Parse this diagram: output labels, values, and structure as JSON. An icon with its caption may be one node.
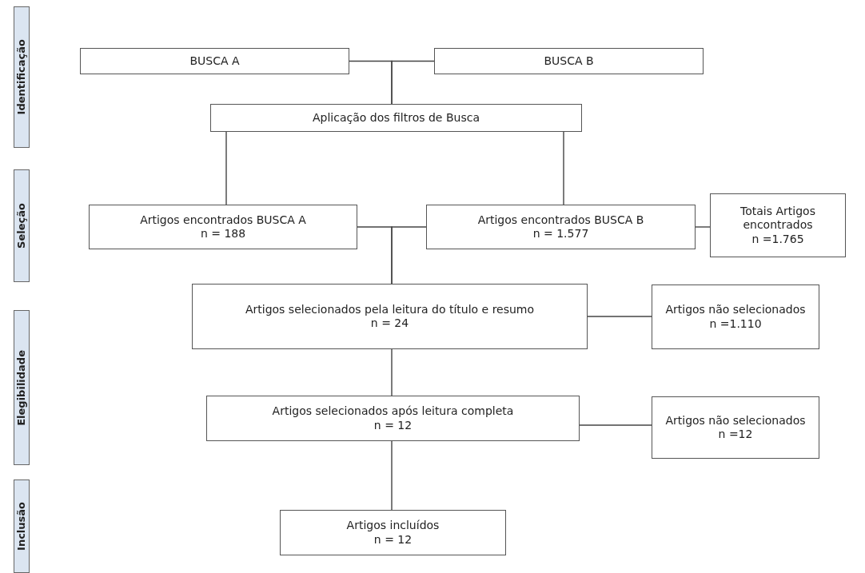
{
  "diagram": {
    "nodes": [
      {
        "text": [
          "Identificação"
        ]
      },
      {
        "text": [
          "Seleção"
        ]
      },
      {
        "text": [
          "Elegibilidade"
        ]
      },
      {
        "text": [
          "Inclusão"
        ]
      },
      {
        "text": [
          "BUSCA A"
        ]
      },
      {
        "text": [
          "BUSCA B"
        ]
      },
      {
        "text": [
          "Aplicação dos filtros de Busca"
        ]
      },
      {
        "text": [
          "Artigos encontrados BUSCA A",
          "n = 188"
        ]
      },
      {
        "text": [
          "Artigos encontrados BUSCA B",
          "n = 1.577"
        ]
      },
      {
        "text": [
          "Totais Artigos encontrados",
          "n =1.765"
        ]
      },
      {
        "text": [
          "Artigos selecionados pela leitura do título e resumo",
          "n = 24"
        ]
      },
      {
        "text": [
          "Artigos não selecionados",
          "n =1.110"
        ]
      },
      {
        "text": [
          "Artigos selecionados após leitura completa",
          "n = 12"
        ]
      },
      {
        "text": [
          "Artigos não selecionados",
          "n =12"
        ]
      },
      {
        "text": [
          "Artigos incluídos",
          "n = 12"
        ]
      }
    ],
    "edges": [
      {
        "from": 4,
        "to": 6,
        "arrow": "none"
      },
      {
        "from": 5,
        "to": 6,
        "arrow": "none"
      },
      {
        "from": 6,
        "to": 7,
        "arrow": "none"
      },
      {
        "from": 6,
        "to": 8,
        "arrow": "none"
      },
      {
        "from": 7,
        "to": 10,
        "arrow": "none"
      },
      {
        "from": 8,
        "to": 10,
        "arrow": "none"
      },
      {
        "from": 8,
        "to": 9,
        "arrow": "none"
      },
      {
        "from": 10,
        "to": 11,
        "arrow": "none"
      },
      {
        "from": 10,
        "to": 12,
        "arrow": "none"
      },
      {
        "from": 12,
        "to": 13,
        "arrow": "none"
      },
      {
        "from": 12,
        "to": 14,
        "arrow": "none"
      }
    ]
  }
}
